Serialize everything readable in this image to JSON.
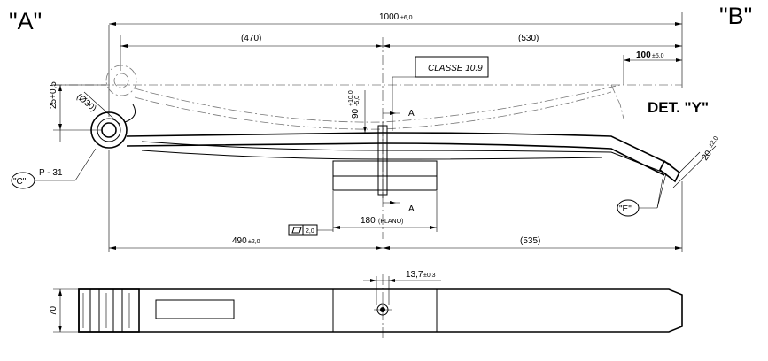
{
  "view_labels": {
    "a": "\"A\"",
    "b": "\"B\""
  },
  "detail_label": "DET. \"Y\"",
  "side_view": {
    "overall_length": "1000",
    "overall_length_tol": "±6,0",
    "left_section": "(470)",
    "right_section": "(530)",
    "end_offset": "100",
    "end_offset_tol": "±5,0",
    "eye_height": "25+0,5",
    "eye_diameter": "(Ø30)",
    "center_height": "90",
    "center_height_tol_upper": "+10,0",
    "center_height_tol_lower": "-5,0",
    "class_label": "CLASSE 10.9",
    "section_mark_top": "A",
    "section_mark_bottom": "A",
    "callout_c": "\"C\"",
    "callout_c_text": "P - 31",
    "callout_e": "\"E\"",
    "end_tip": "20",
    "end_tip_tol": "±2,0",
    "seat_length": "180",
    "seat_length_note": "(PLANO)",
    "flatness_value": "2,0",
    "eye_to_center": "490",
    "eye_to_center_tol": "±2,0",
    "center_to_end": "(535)"
  },
  "top_view": {
    "width": "70",
    "hole_offset": "13,7",
    "hole_offset_tol": "±0,3"
  }
}
